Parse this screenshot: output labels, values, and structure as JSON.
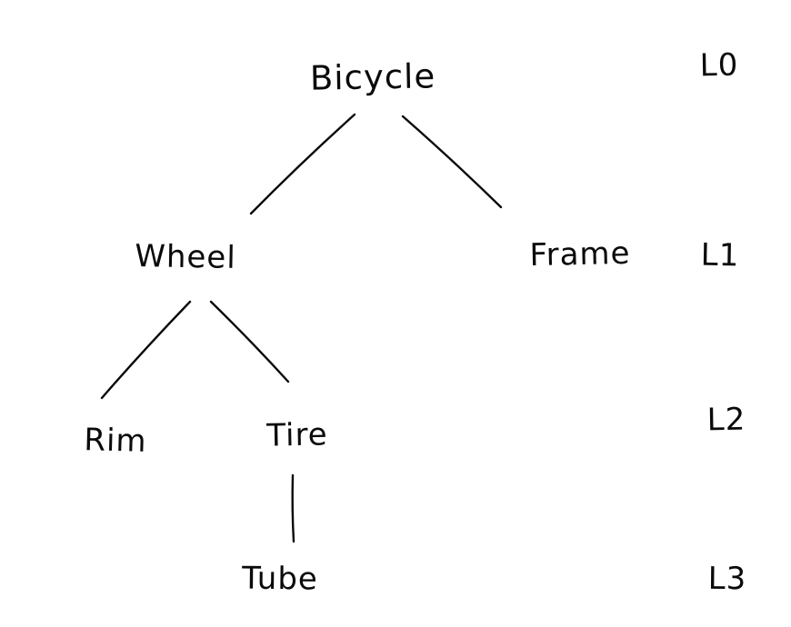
{
  "diagram": {
    "type": "tree",
    "nodes": {
      "bicycle": "Bicycle",
      "wheel": "Wheel",
      "frame": "Frame",
      "rim": "Rim",
      "tire": "Tire",
      "tube": "Tube"
    },
    "levels": {
      "l0": "L0",
      "l1": "L1",
      "l2": "L2",
      "l3": "L3"
    },
    "edges": [
      {
        "from": "bicycle",
        "to": "wheel"
      },
      {
        "from": "bicycle",
        "to": "frame"
      },
      {
        "from": "wheel",
        "to": "rim"
      },
      {
        "from": "wheel",
        "to": "tire"
      },
      {
        "from": "tire",
        "to": "tube"
      }
    ],
    "colors": {
      "ink": "#0a0a0a",
      "background": "#ffffff"
    }
  }
}
